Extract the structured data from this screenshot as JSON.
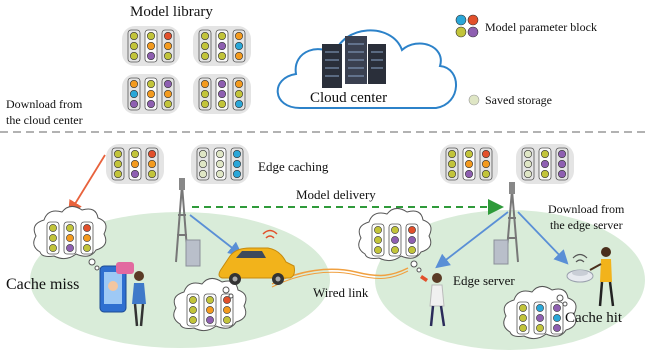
{
  "labels": {
    "model_library": "Model library",
    "cloud_center": "Cloud center",
    "legend_param": "Model parameter block",
    "legend_saved": "Saved storage",
    "download_cloud_1": "Download from",
    "download_cloud_2": "the cloud center",
    "edge_caching": "Edge caching",
    "model_delivery": "Model delivery",
    "download_edge_1": "Download from",
    "download_edge_2": "the edge server",
    "cache_miss": "Cache miss",
    "wired_link": "Wired link",
    "edge_server": "Edge server",
    "cache_hit": "Cache hit"
  },
  "colors": {
    "blue": "#2aa7d8",
    "orange": "#f39a1e",
    "olive": "#c2c43a",
    "purple": "#8e5fb1",
    "red": "#e2502b",
    "saved": "#dfe6c5",
    "green_arrow": "#2f9a3a",
    "red_arrow": "#e8623c",
    "blue_arrow": "#5a8fd6",
    "wired": "#f0a040",
    "cloud_stroke": "#2c82c9",
    "ellipse": "#d9ecd9"
  }
}
